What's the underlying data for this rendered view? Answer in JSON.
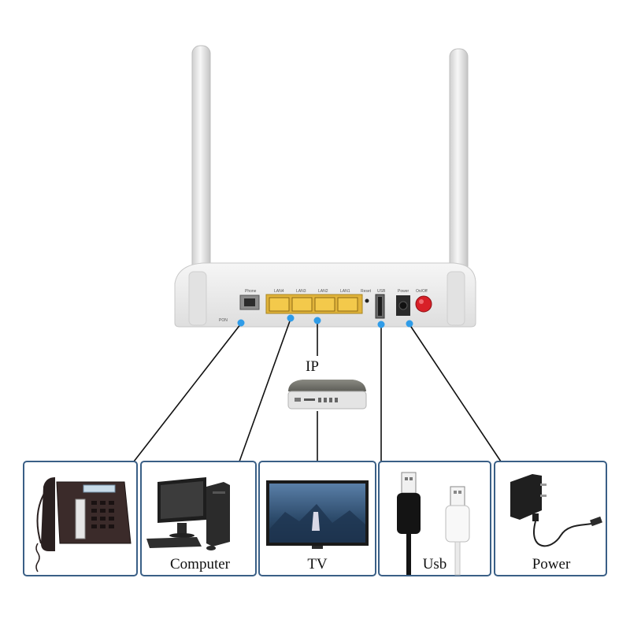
{
  "router": {
    "port_labels": {
      "pon": "PON",
      "phone": "Phone",
      "lan4": "LAN4",
      "lan3": "LAN3",
      "lan2": "LAN2",
      "lan1": "LAN1",
      "reset": "Reset",
      "usb": "USB",
      "power": "Power",
      "onoff": "On/Off"
    }
  },
  "ip_box": {
    "label": "IP"
  },
  "devices": [
    {
      "key": "phone",
      "label": ""
    },
    {
      "key": "computer",
      "label": "Computer"
    },
    {
      "key": "tv",
      "label": "TV"
    },
    {
      "key": "usb",
      "label": "Usb"
    },
    {
      "key": "power",
      "label": "Power"
    }
  ],
  "colors": {
    "panel_border": "#3a5f86",
    "connector_dot": "#2f9ce8",
    "lan_port": "#e8b836",
    "power_button": "#d82028",
    "router_body": "#ececec"
  }
}
